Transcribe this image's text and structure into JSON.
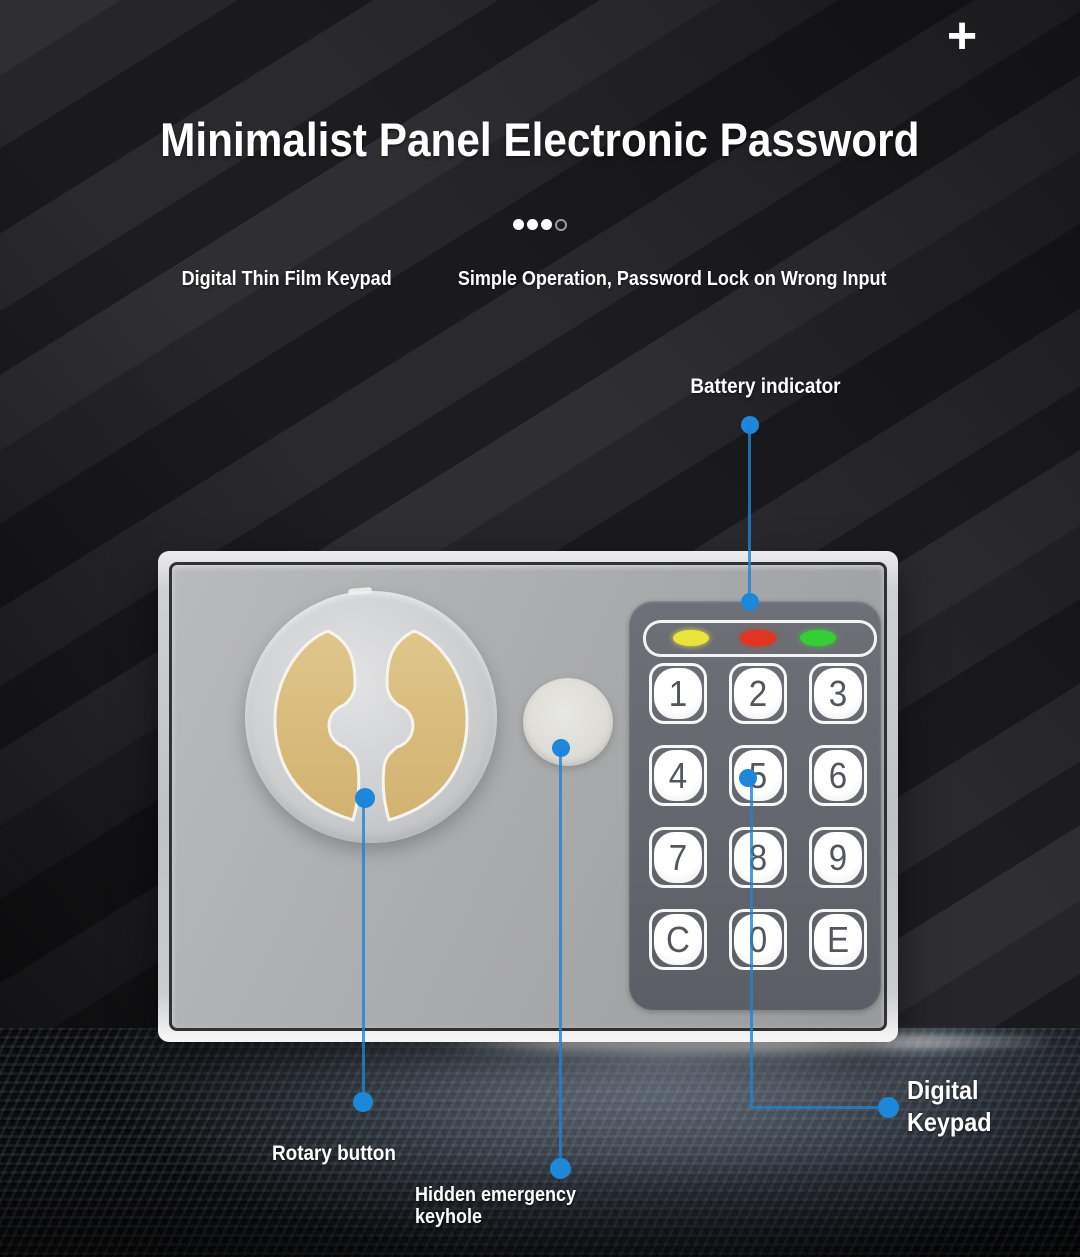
{
  "banner": {
    "plus_icon": "+",
    "title": "Minimalist Panel Electronic Password",
    "features": [
      "Digital Thin Film Keypad",
      "Simple Operation, Password Lock on Wrong Input"
    ],
    "carousel_dots": {
      "total": 4,
      "active": 3
    }
  },
  "callouts": {
    "battery": {
      "label": "Battery indicator"
    },
    "rotary": {
      "label": "Rotary button"
    },
    "keyhole": {
      "label_line1": "Hidden emergency",
      "label_line2": "keyhole"
    },
    "keypad": {
      "label_line1": "Digital",
      "label_line2": "Keypad"
    }
  },
  "safe_photo": {
    "keypad_keys": [
      "1",
      "2",
      "3",
      "4",
      "5",
      "6",
      "7",
      "8",
      "9",
      "C",
      "0",
      "E"
    ],
    "leds": [
      {
        "name": "yellow-led",
        "color": "#e9e43c"
      },
      {
        "name": "red-led",
        "color": "#e23420"
      },
      {
        "name": "green-led",
        "color": "#35cf35"
      }
    ]
  },
  "colors": {
    "callout_blue": "#1d87da",
    "grip_gold": "#d8bc7d",
    "grip_gold_light": "#e6d2a0"
  }
}
